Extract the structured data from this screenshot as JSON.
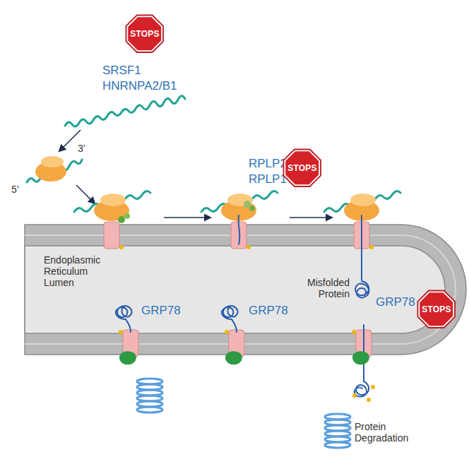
{
  "diagram": {
    "nodes": [
      {
        "text": [
          "STOPS"
        ]
      },
      {
        "text": [
          "STOPS"
        ]
      },
      {
        "text": [
          "STOPS"
        ]
      }
    ],
    "labels": [
      "SRSF1",
      "HNRNPA2/B1",
      "3’",
      "5’",
      "RPLP2",
      "RPLP1",
      "Endoplasmic Reticulum Lumen",
      "Misfolded Protein",
      "GRP78",
      "GRP78",
      "GRP78",
      "Protein Degradation"
    ]
  }
}
